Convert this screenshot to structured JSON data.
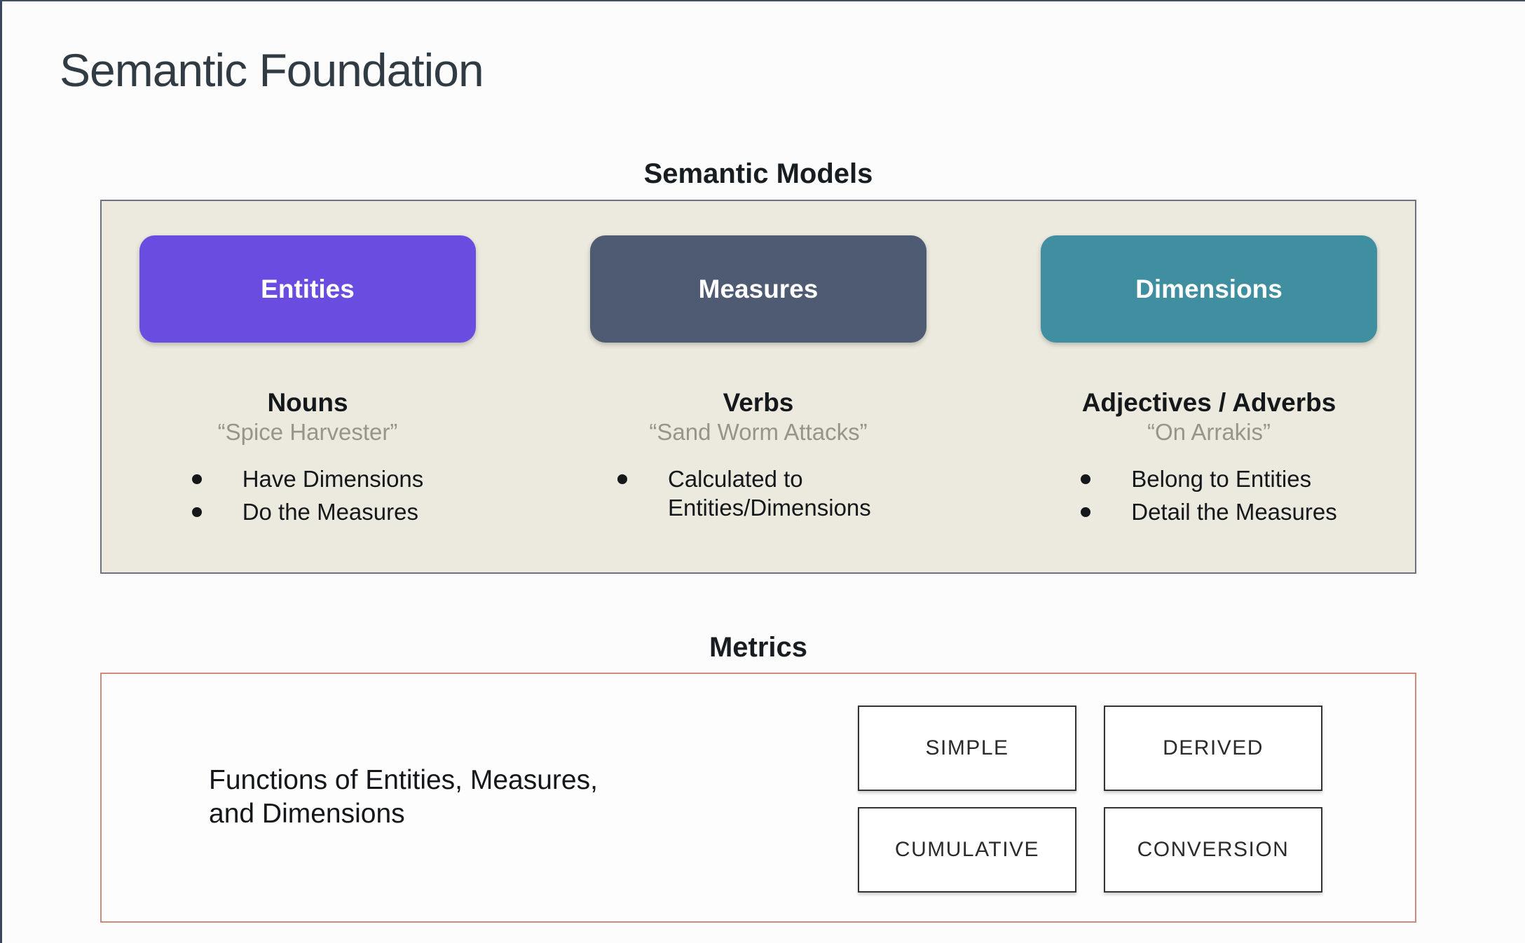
{
  "slide": {
    "title": "Semantic Foundation"
  },
  "semantic_models": {
    "title": "Semantic Models",
    "panel_bg_color": "#ece9de",
    "panel_border_color": "#6b7280",
    "columns": [
      {
        "button_label": "Entities",
        "button_color": "#6a4ce1",
        "heading": "Nouns",
        "quote": "“Spice Harvester”",
        "bullets": [
          "Have Dimensions",
          "Do the Measures"
        ]
      },
      {
        "button_label": "Measures",
        "button_color": "#4e5b73",
        "heading": "Verbs",
        "quote": "“Sand Worm Attacks”",
        "bullets": [
          "Calculated to Entities/Dimensions"
        ]
      },
      {
        "button_label": "Dimensions",
        "button_color": "#3f8fa0",
        "heading": "Adjectives / Adverbs",
        "quote": "“On Arrakis”",
        "bullets": [
          "Belong to Entities",
          "Detail the Measures"
        ]
      }
    ]
  },
  "metrics": {
    "title": "Metrics",
    "border_color": "#cf8b79",
    "description_line1": "Functions of Entities, Measures,",
    "description_line2": "and Dimensions",
    "types": [
      "SIMPLE",
      "DERIVED",
      "CUMULATIVE",
      "CONVERSION"
    ]
  }
}
